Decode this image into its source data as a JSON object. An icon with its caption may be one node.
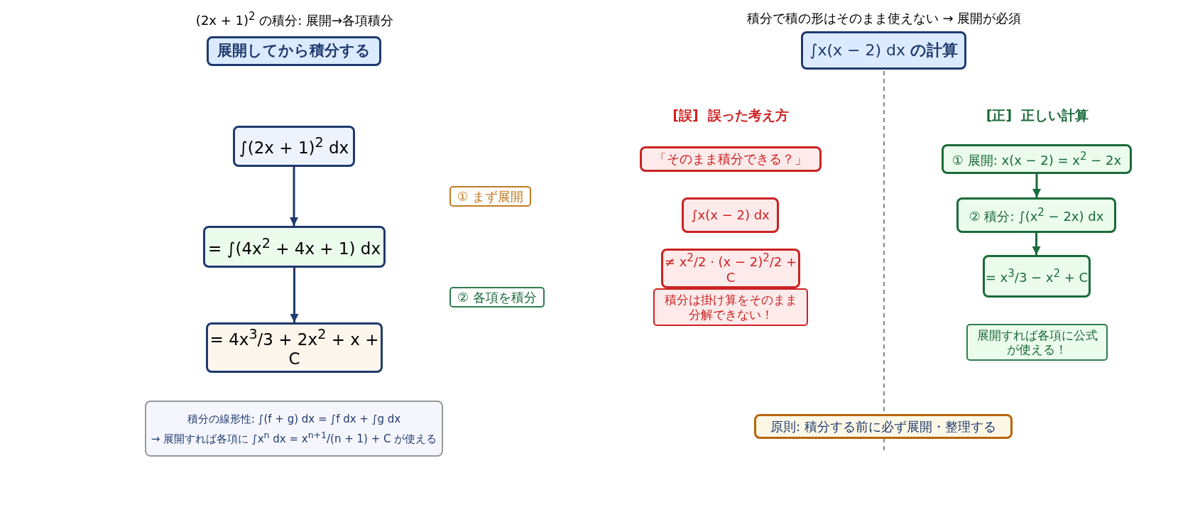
{
  "diagram": {
    "nodes": [
      {
        "text": [
          "展開してから積分する"
        ]
      },
      {
        "text": [
          "∫(2x + 1)$^{2}$ dx"
        ]
      },
      {
        "text": [
          "= ∫(4x$^{2}$ + 4x + 1) dx"
        ]
      },
      {
        "text": [
          "= 4x$^{3}$/3 + 2x$^{2}$ + x + C"
        ]
      },
      {
        "text": [
          "① まず展開"
        ]
      },
      {
        "text": [
          "② 各項を積分"
        ]
      },
      {
        "text": [
          "積分の線形性: ∫(f + g) dx = ∫f dx + ∫g dx",
          "→ 展開すれば各項に ∫x$^{n}$ dx = x$^{n+1}$/(n + 1) + C が使える"
        ]
      },
      {
        "text": [
          "∫x(x − 2) dx **の計算**"
        ]
      },
      {
        "text": [
          "「そのまま積分できる？」"
        ]
      },
      {
        "text": [
          "∫x(x − 2) dx"
        ]
      },
      {
        "text": [
          "≠ x$^{2}$/2 · (x − 2)$^{2}$/2 + C"
        ]
      },
      {
        "text": [
          "積分は掛け算をそのまま分解できない！"
        ]
      },
      {
        "text": [
          "① 展開: x(x − 2) = x$^{2}$ − 2x"
        ]
      },
      {
        "text": [
          "② 積分: ∫(x$^{2}$ − 2x) dx"
        ]
      },
      {
        "text": [
          "= x$^{3}$/3 − x$^{2}$ + C"
        ]
      },
      {
        "text": [
          "展開すれば各項に公式が使える！"
        ]
      },
      {
        "text": [
          "原則: 積分する前に必ず展開・整理する"
        ]
      }
    ],
    "edges": [
      {
        "from": 1,
        "to": 2,
        "arrow": "to"
      },
      {
        "from": 2,
        "to": 3,
        "arrow": "to"
      },
      {
        "from": 12,
        "to": 13,
        "arrow": "to",
        "color": "#1a6b3a"
      },
      {
        "from": 13,
        "to": 14,
        "arrow": "to",
        "color": "#1a6b3a"
      }
    ],
    "labels": [
      "(2x + 1)$^{2}$ の積分: 展開→各項積分",
      "積分で積の形はそのまま使えない → 展開が必須",
      "[誤]  誤った考え方",
      "[正]  正しい計算"
    ]
  }
}
